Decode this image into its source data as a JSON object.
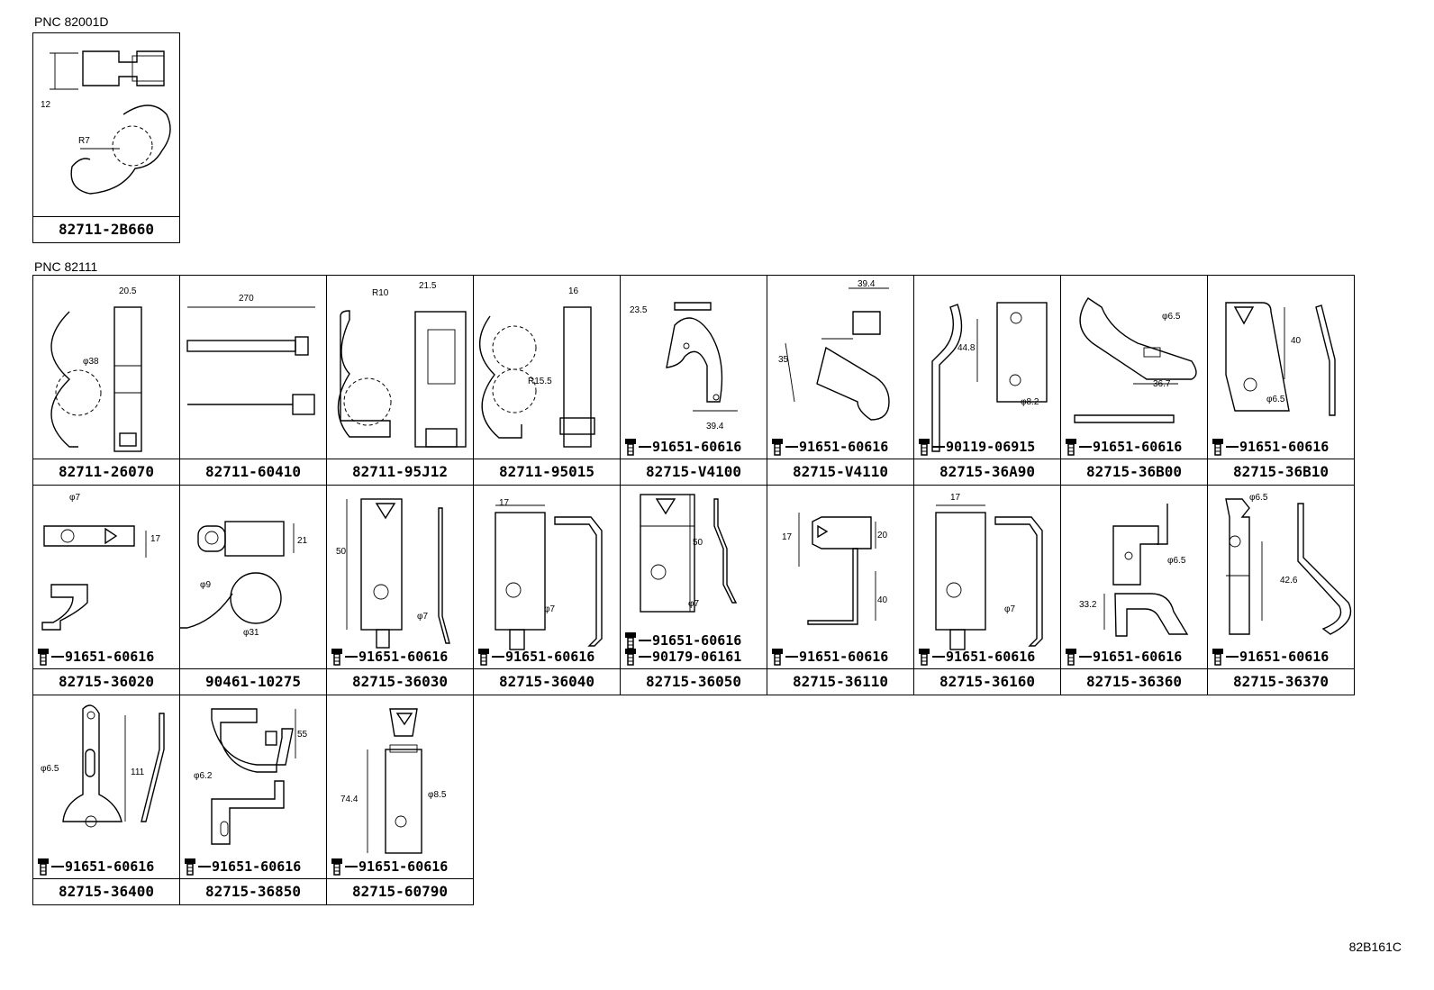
{
  "pnc_top": "PNC 82001D",
  "pnc_main": "PNC 82111",
  "diagram_code": "82B161C",
  "top_part": {
    "part_no": "82711-2B660",
    "dims": [
      "12",
      "R7"
    ]
  },
  "rows": [
    [
      {
        "part_no": "82711-26070",
        "dims": [
          "20.5",
          "φ38"
        ]
      },
      {
        "part_no": "82711-60410",
        "dims": [
          "270"
        ]
      },
      {
        "part_no": "82711-95J12",
        "dims": [
          "R10",
          "21.5"
        ]
      },
      {
        "part_no": "82711-95015",
        "dims": [
          "16",
          "R15.5"
        ]
      },
      {
        "part_no": "82715-V4100",
        "dims": [
          "23.5",
          "39.4"
        ],
        "bolts": [
          "91651-60616"
        ]
      },
      {
        "part_no": "82715-V4110",
        "dims": [
          "39.4",
          "35"
        ],
        "bolts": [
          "91651-60616"
        ]
      },
      {
        "part_no": "82715-36A90",
        "dims": [
          "44.8",
          "φ8.2"
        ],
        "bolts": [
          "90119-06915"
        ]
      },
      {
        "part_no": "82715-36B00",
        "dims": [
          "φ6.5",
          "36.7"
        ],
        "bolts": [
          "91651-60616"
        ]
      },
      {
        "part_no": "82715-36B10",
        "dims": [
          "40",
          "φ6.5"
        ],
        "bolts": [
          "91651-60616"
        ]
      }
    ],
    [
      {
        "part_no": "82715-36020",
        "dims": [
          "φ7",
          "17"
        ],
        "bolts": [
          "91651-60616"
        ]
      },
      {
        "part_no": "90461-10275",
        "dims": [
          "21",
          "φ9",
          "φ31"
        ]
      },
      {
        "part_no": "82715-36030",
        "dims": [
          "50",
          "φ7"
        ],
        "bolts": [
          "91651-60616"
        ]
      },
      {
        "part_no": "82715-36040",
        "dims": [
          "17",
          "φ7"
        ],
        "bolts": [
          "91651-60616"
        ]
      },
      {
        "part_no": "82715-36050",
        "dims": [
          "50",
          "φ7"
        ],
        "bolts": [
          "91651-60616",
          "90179-06161"
        ]
      },
      {
        "part_no": "82715-36110",
        "dims": [
          "17",
          "20",
          "40"
        ],
        "bolts": [
          "91651-60616"
        ]
      },
      {
        "part_no": "82715-36160",
        "dims": [
          "17",
          "φ7"
        ],
        "bolts": [
          "91651-60616"
        ]
      },
      {
        "part_no": "82715-36360",
        "dims": [
          "φ6.5",
          "33.2"
        ],
        "bolts": [
          "91651-60616"
        ]
      },
      {
        "part_no": "82715-36370",
        "dims": [
          "φ6.5",
          "42.6"
        ],
        "bolts": [
          "91651-60616"
        ]
      }
    ],
    [
      {
        "part_no": "82715-36400",
        "dims": [
          "φ6.5",
          "111"
        ],
        "bolts": [
          "91651-60616"
        ]
      },
      {
        "part_no": "82715-36850",
        "dims": [
          "55",
          "φ6.2"
        ],
        "bolts": [
          "91651-60616"
        ]
      },
      {
        "part_no": "82715-60790",
        "dims": [
          "74.4",
          "φ8.5"
        ],
        "bolts": [
          "91651-60616"
        ]
      }
    ]
  ]
}
